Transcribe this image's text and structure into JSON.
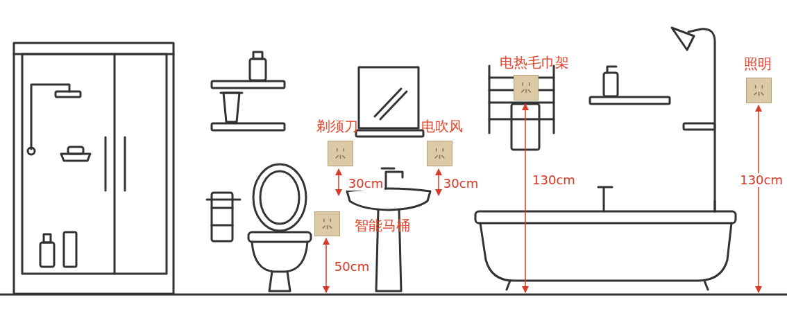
{
  "diagram": {
    "nodes": [
      {
        "text": [
          "电热毛巾架"
        ]
      },
      {
        "text": [
          "照明"
        ]
      },
      {
        "text": [
          "剃须刀"
        ]
      },
      {
        "text": [
          "电吹风"
        ]
      },
      {
        "text": [
          "智能马桶"
        ]
      }
    ],
    "labels": [
      "30cm",
      "30cm",
      "50cm",
      "130cm",
      "130cm"
    ]
  }
}
